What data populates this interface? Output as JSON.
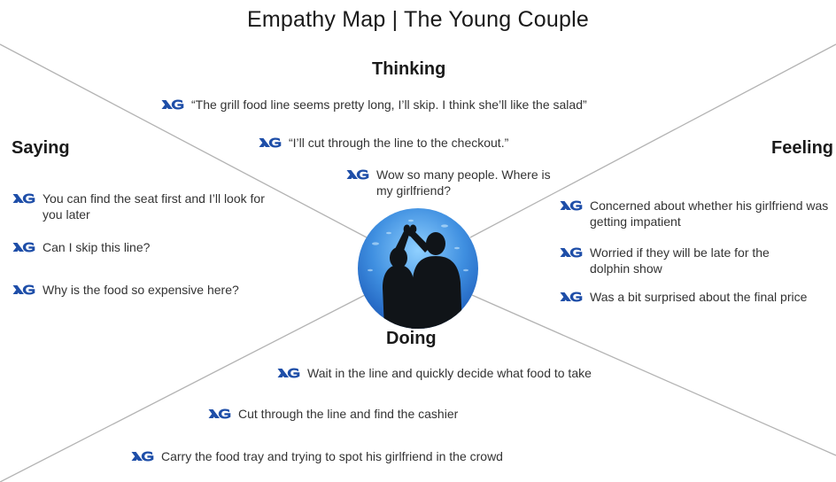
{
  "title": "Empathy Map | The Young Couple",
  "quadrants": {
    "thinking": {
      "heading": "Thinking",
      "items": [
        "“The grill food line seems pretty long, I’ll skip. I think she’ll like the salad”",
        "“I’ll cut through the line to the checkout.”",
        "Wow so many people. Where is my girlfriend?"
      ]
    },
    "saying": {
      "heading": "Saying",
      "items": [
        "You can find the seat first and I’ll look for you later",
        "Can I skip this line?",
        "Why is the food so expensive here?"
      ]
    },
    "feeling": {
      "heading": "Feeling",
      "items": [
        "Concerned about whether his girlfriend was getting impatient",
        "Worried if they will be late for the dolphin show",
        "Was a bit surprised about the final price"
      ]
    },
    "doing": {
      "heading": "Doing",
      "items": [
        "Wait in the line and quickly decide what food to take",
        "Cut through the line and find the cashier",
        "Carry the food tray and trying to spot his girlfriend in the crowd"
      ]
    }
  },
  "photo": {
    "subject": "couple silhouette in front of aquarium forming a heart with hands"
  },
  "icons": {
    "bullet": "brand-xg-logo-icon"
  },
  "colors": {
    "logo_blue": "#1e4ea8",
    "line_gray": "#b3b3b3",
    "aquarium_blue": "#3f8fe0"
  }
}
